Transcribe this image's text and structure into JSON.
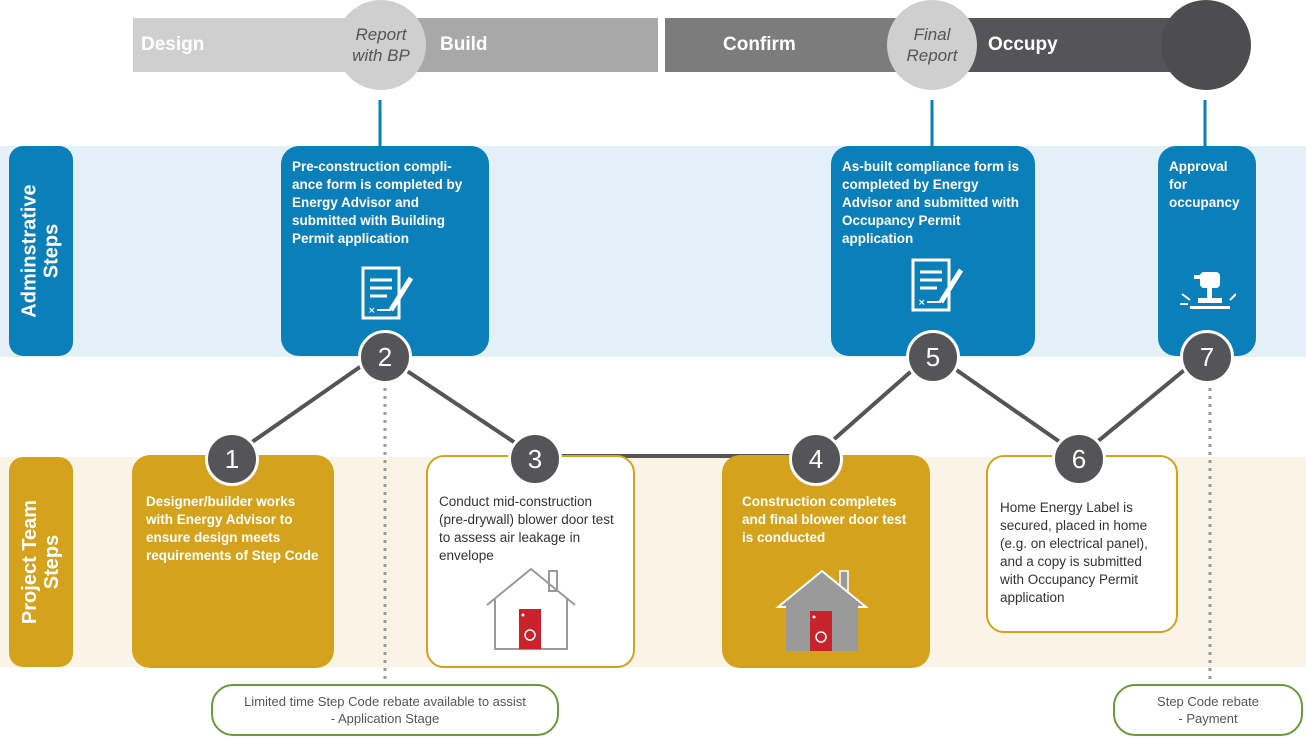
{
  "phases": {
    "design": "Design",
    "report_bp": "Report\nwith BP",
    "build": "Build",
    "confirm": "Confirm",
    "final_report": "Final\nReport",
    "occupy": "Occupy"
  },
  "bands": {
    "admin_label": "Adminstrative\nSteps",
    "team_label": "Project Team\nSteps"
  },
  "admin_steps": [
    {
      "number": "2",
      "text": "Pre-construction compli-\nance form is completed by Energy Advisor and submitted with Building Permit application",
      "icon": "document-icon"
    },
    {
      "number": "5",
      "text": "As-built compliance form is completed by Energy Advisor and submitted with Occupancy Permit application",
      "icon": "document-icon"
    },
    {
      "number": "7",
      "text": "Approval for occupancy",
      "icon": "stamp-icon"
    }
  ],
  "team_steps": [
    {
      "number": "1",
      "text": "Designer/builder works with Energy Advisor to ensure design meets requirements of Step Code"
    },
    {
      "number": "3",
      "text": "Conduct mid-construction (pre-drywall) blower door test to assess air leakage in envelope",
      "icon": "house-icon"
    },
    {
      "number": "4",
      "text": "Construction completes and final blower door test is conducted",
      "icon": "house-icon"
    },
    {
      "number": "6",
      "text": "Home Energy Label is secured, placed in home (e.g. on electrical panel), and a copy is submitted with Occupancy Permit application"
    }
  ],
  "rebates": {
    "application": "Limited time Step Code rebate available to assist\n- Application Stage",
    "payment": "Step Code rebate\n- Payment"
  },
  "colors": {
    "admin_blue": "#0a7fba",
    "admin_band": "#e4f0f8",
    "team_gold": "#d5a21e",
    "team_band": "#fbf4e6",
    "rebate_green": "#6a9a3a",
    "connector_gray": "#555557"
  }
}
